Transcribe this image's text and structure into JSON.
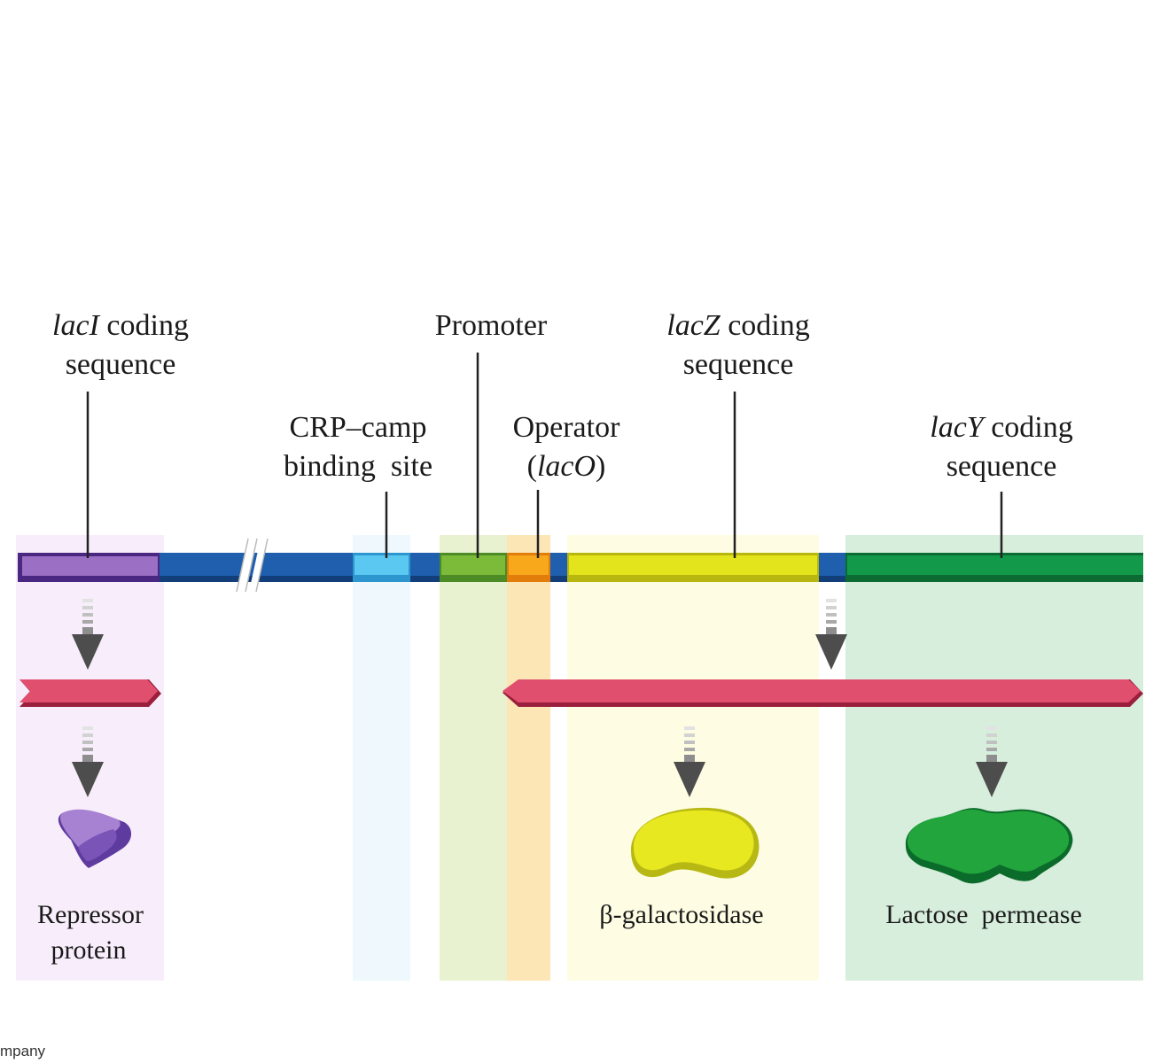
{
  "labels": {
    "laci_italic": "lacI",
    "laci_rest": " coding",
    "laci_line2": "sequence",
    "crp_line1": "CRP–camp",
    "crp_line2": "binding  site",
    "promoter": "Promoter",
    "operator_line1": "Operator",
    "operator_open": "(",
    "operator_italic": "lacO",
    "operator_close": ")",
    "lacz_italic": "lacZ",
    "lacz_rest": " coding",
    "lacz_line2": "sequence",
    "lacy_italic": "lacY",
    "lacy_rest": " coding",
    "lacy_line2": "sequence",
    "repressor_line1": "Repressor",
    "repressor_line2": "protein",
    "galactosidase": "β-galactosidase",
    "permease": "Lactose  permease"
  },
  "footer": {
    "credit": "mpany"
  },
  "colors": {
    "laci": "#9b6fc4",
    "spacer_dna": "#1f5fae",
    "crp_site": "#5ac8f0",
    "promoter": "#7cbb3a",
    "operator": "#f7a81b",
    "lacz": "#e4e41d",
    "lacy": "#129a4a",
    "mrna": "#e0506e"
  }
}
